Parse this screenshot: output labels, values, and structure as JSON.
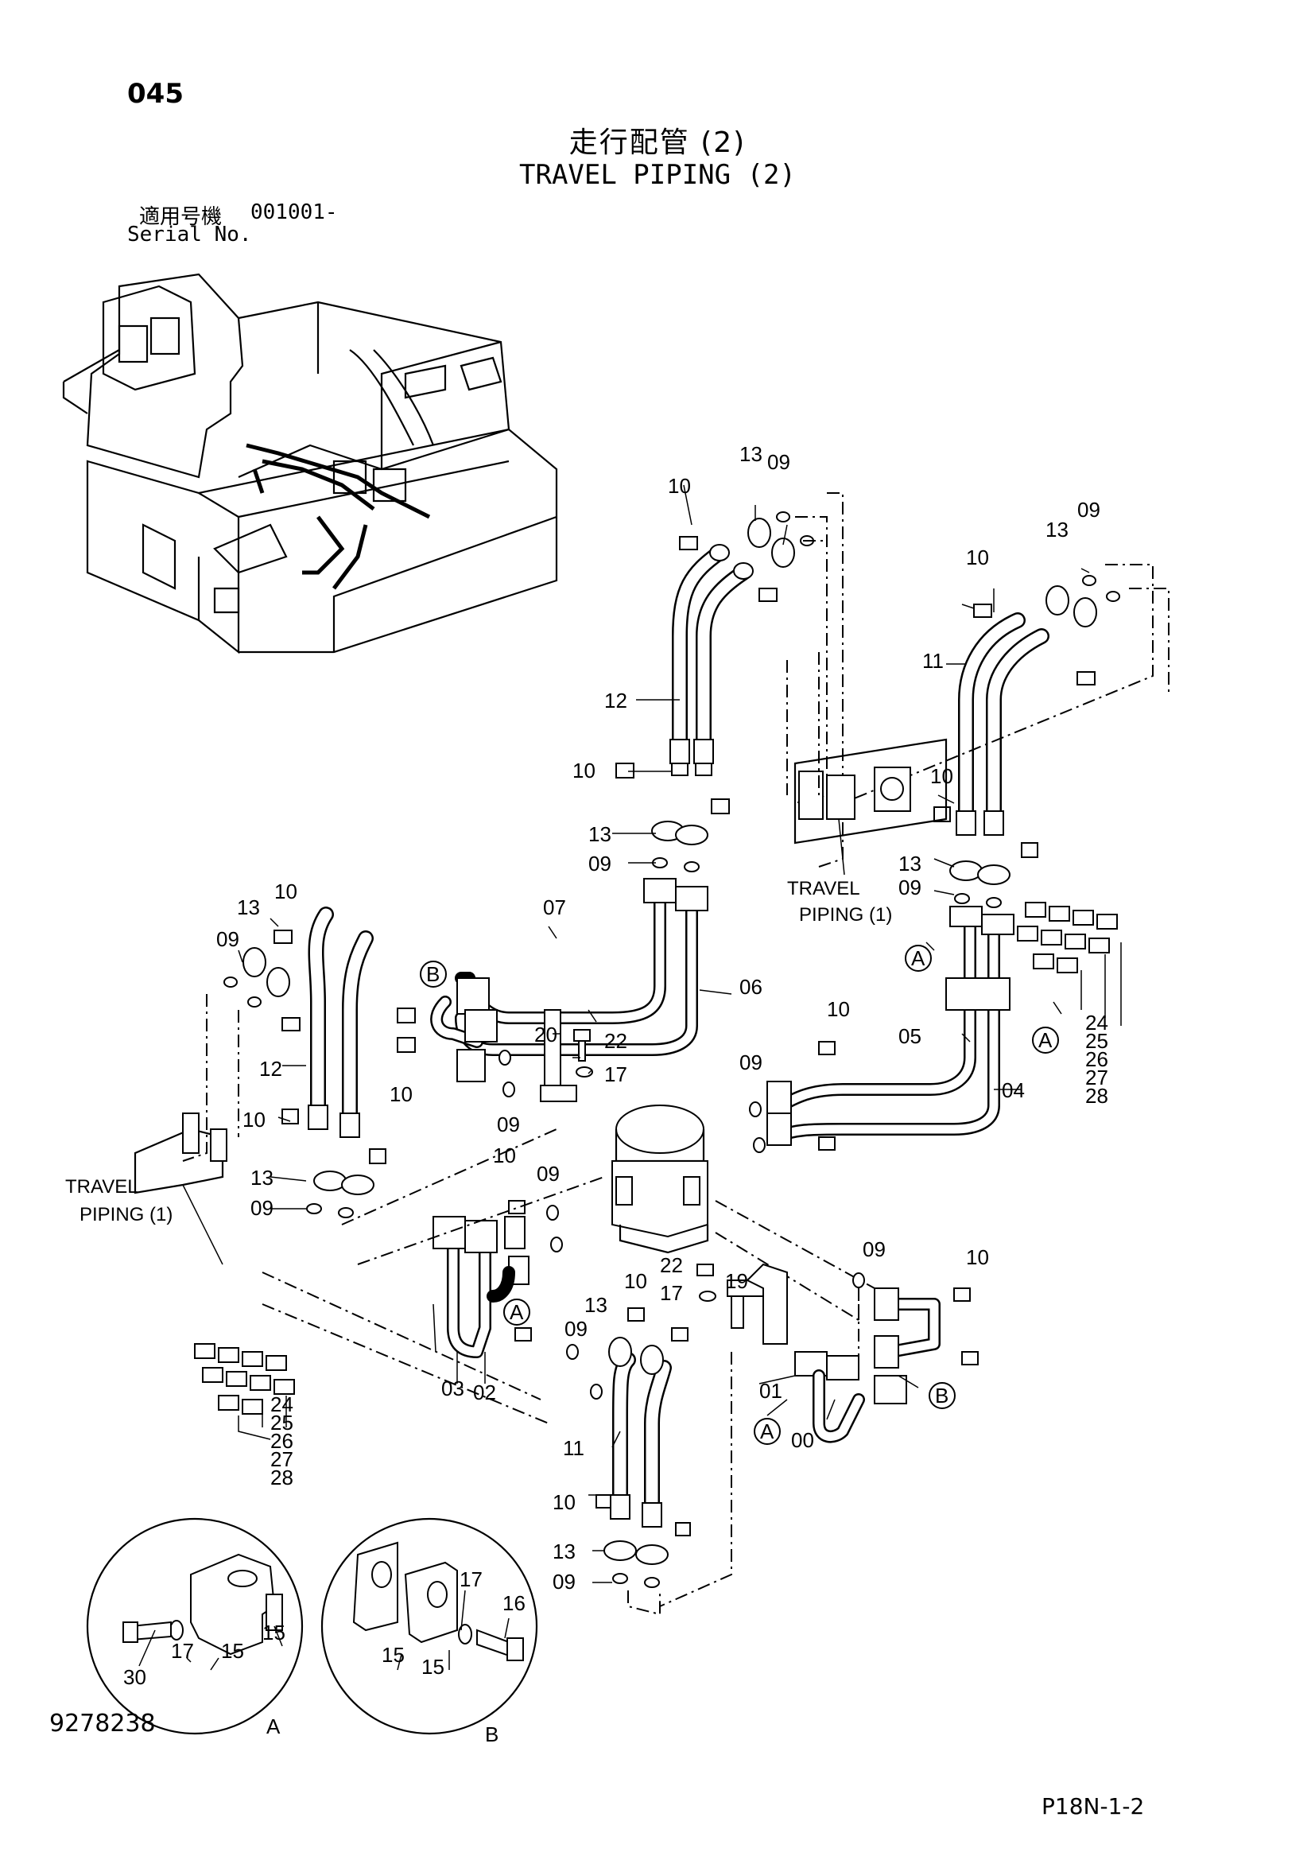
{
  "page": {
    "number": "045",
    "title_jp": "走行配管 (2)",
    "title_en": "TRAVEL PIPING (2)",
    "serial_label_jp": "適用号機",
    "serial_value": "001001-",
    "serial_label_en": "Serial No.",
    "drawing_number": "9278238",
    "page_ref": "P18N-1-2"
  },
  "callouts": {
    "c00": "00",
    "c01": "01",
    "c02": "02",
    "c03": "03",
    "c04": "04",
    "c05": "05",
    "c06": "06",
    "c07": "07",
    "c09": "09",
    "c10": "10",
    "c11": "11",
    "c12": "12",
    "c13": "13",
    "c15": "15",
    "c16": "16",
    "c17": "17",
    "c19": "19",
    "c20": "20",
    "c22": "22",
    "c24": "24",
    "c25": "25",
    "c26": "26",
    "c27": "27",
    "c28": "28",
    "c30": "30"
  },
  "references": {
    "travel": "TRAVEL",
    "piping_1": "PIPING (1)",
    "detail_a": "A",
    "detail_b": "B"
  }
}
